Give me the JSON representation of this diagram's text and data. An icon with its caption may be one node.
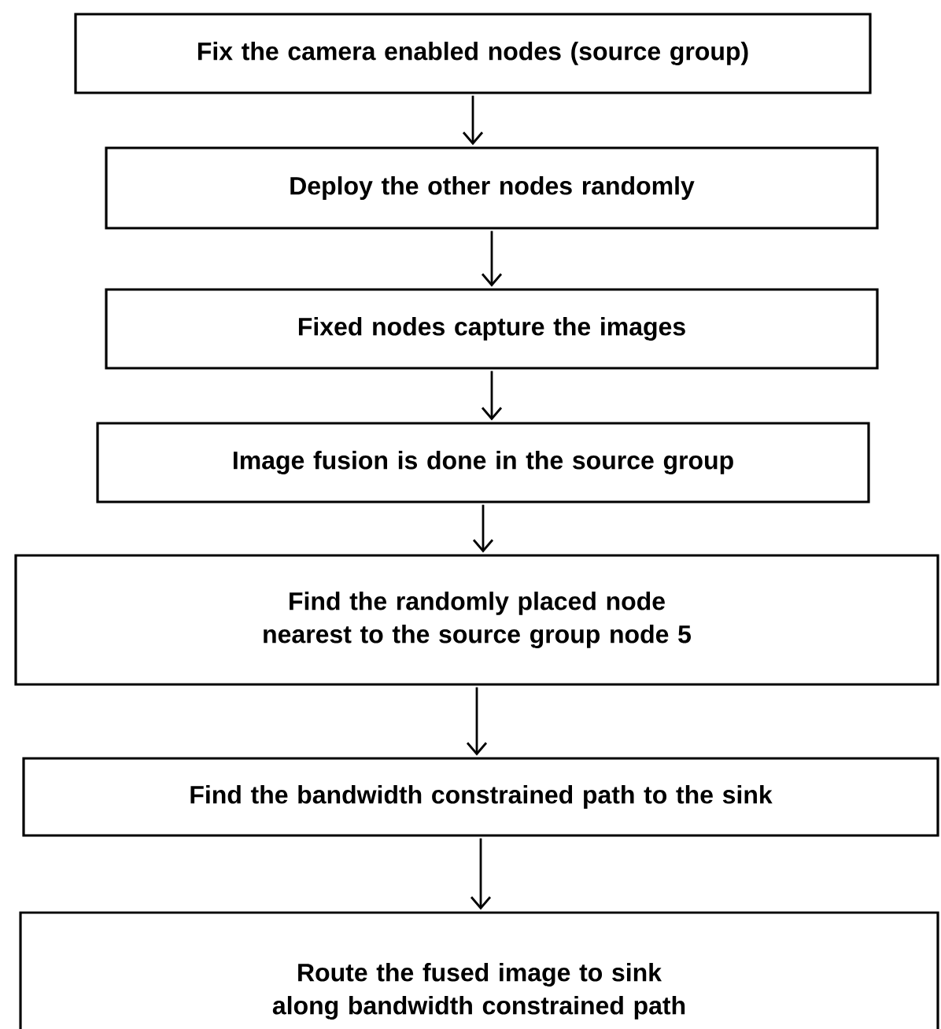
{
  "diagram": {
    "nodes": [
      {
        "text": [
          "Fix the camera enabled nodes (source group)"
        ]
      },
      {
        "text": [
          "Deploy the other nodes randomly"
        ]
      },
      {
        "text": [
          "Fixed nodes capture the images"
        ]
      },
      {
        "text": [
          "Image fusion is done in the source group"
        ]
      },
      {
        "text": [
          "Find the randomly placed node nearest to the source group node 5"
        ]
      },
      {
        "text": [
          "Find the bandwidth constrained path to the sink"
        ]
      },
      {
        "text": [
          "Route the fused image to sink along bandwidth constrained path"
        ]
      }
    ],
    "edges": [
      {
        "from": 0,
        "to": 1,
        "arrow": "to"
      },
      {
        "from": 1,
        "to": 2,
        "arrow": "to"
      },
      {
        "from": 2,
        "to": 3,
        "arrow": "to"
      },
      {
        "from": 3,
        "to": 4,
        "arrow": "to"
      },
      {
        "from": 4,
        "to": 5,
        "arrow": "to"
      },
      {
        "from": 5,
        "to": 6,
        "arrow": "to"
      }
    ]
  }
}
